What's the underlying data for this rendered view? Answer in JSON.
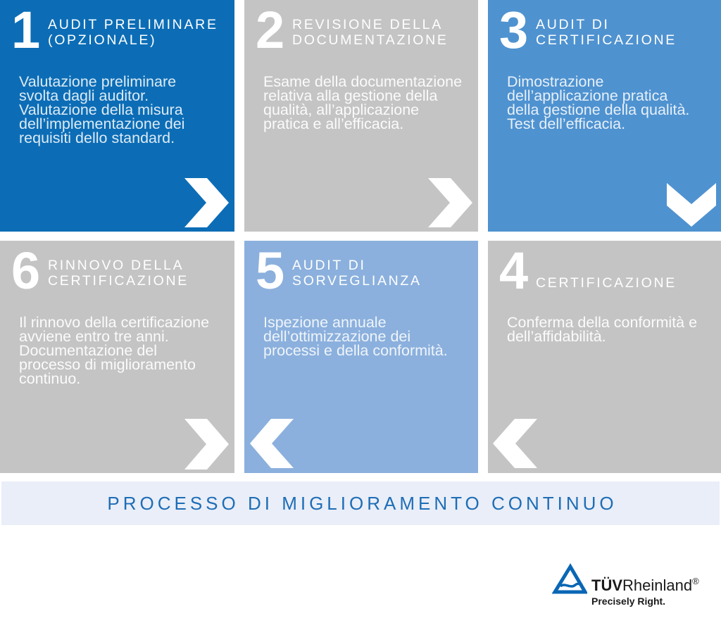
{
  "colors": {
    "step1": "#0c6db6",
    "step3": "#4f92d0",
    "step5": "#8bb0dd",
    "gray": "#c4c4c4",
    "banner_bg": "#e9eef8",
    "banner_text": "#1e6db6",
    "logo_blue": "#0a66b5"
  },
  "steps": [
    {
      "number": "1",
      "title": [
        "AUDIT PRELIMINARE",
        "(OPZIONALE)"
      ],
      "body": [
        "Valutazione preliminare",
        "svolta dagli auditor.",
        "Valutazione della misura",
        "dell’implementazione dei",
        "requisiti dello standard."
      ],
      "arrow": "chevron-right-icon",
      "color": "#0c6db6"
    },
    {
      "number": "2",
      "title": [
        "REVISIONE DELLA",
        "DOCUMENTAZIONE"
      ],
      "body": [
        "Esame della documentazione",
        "relativa alla gestione della",
        "qualità, all’applicazione",
        "pratica e all’efficacia."
      ],
      "arrow": "chevron-right-icon",
      "color": "#c4c4c4"
    },
    {
      "number": "3",
      "title": [
        "AUDIT DI",
        "CERTIFICAZIONE"
      ],
      "body": [
        "Dimostrazione",
        "dell’applicazione pratica",
        "della gestione della qualità.",
        "Test dell’efficacia."
      ],
      "arrow": "chevron-down-icon",
      "color": "#4f92d0"
    },
    {
      "number": "4",
      "title": [
        "CERTIFICAZIONE"
      ],
      "body": [
        "Conferma della conformità e",
        "dell’affidabilità."
      ],
      "arrow": "chevron-left-icon",
      "color": "#c4c4c4"
    },
    {
      "number": "5",
      "title": [
        "AUDIT DI",
        "SORVEGLIANZA"
      ],
      "body": [
        "Ispezione annuale",
        "dell’ottimizzazione dei",
        "processi e della conformità."
      ],
      "arrow": "chevron-left-icon",
      "color": "#8bb0dd"
    },
    {
      "number": "6",
      "title": [
        "RINNOVO DELLA",
        "CERTIFICAZIONE"
      ],
      "body": [
        "Il rinnovo della certificazione",
        "avviene entro tre anni.",
        "Documentazione del",
        "processo di miglioramento",
        "continuo."
      ],
      "arrow": "chevron-right-icon",
      "color": "#c4c4c4"
    }
  ],
  "banner": {
    "label": "PROCESSO DI MIGLIORAMENTO CONTINUO"
  },
  "logo": {
    "icon": "tuv-triangle-icon",
    "brand_bold": "TÜV",
    "brand_regular": "Rheinland",
    "registered": "®",
    "tagline": "Precisely Right."
  }
}
